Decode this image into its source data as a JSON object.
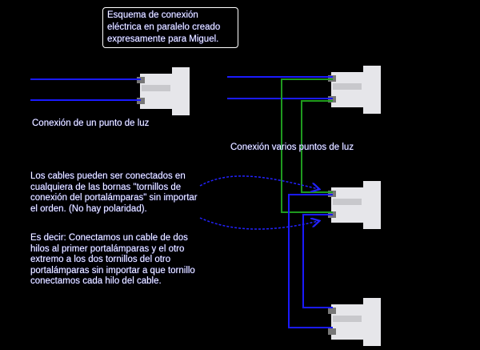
{
  "title": "Esquema de conexión eléctrica en paralelo creado expresamente para Miguel.",
  "labels": {
    "single": "Conexión de un punto de luz",
    "multiple": "Conexión varios puntos de luz"
  },
  "notes": {
    "polarity": "Los cables pueden ser conectados en cualquiera de las bornas \"tornillos de conexión del portalámparas\" sin importar el orden. (No hay polaridad).",
    "explanation": "Es decir: Conectamos un cable de dos hilos al primer portalámparas y el otro extremo a los dos tornillos del otro portalámparas sin importar a que tornillo conectamos cada hilo del cable."
  },
  "colors": {
    "wire_blue": "#1a1aff",
    "wire_green": "#1f9a1f",
    "background": "#000000"
  }
}
